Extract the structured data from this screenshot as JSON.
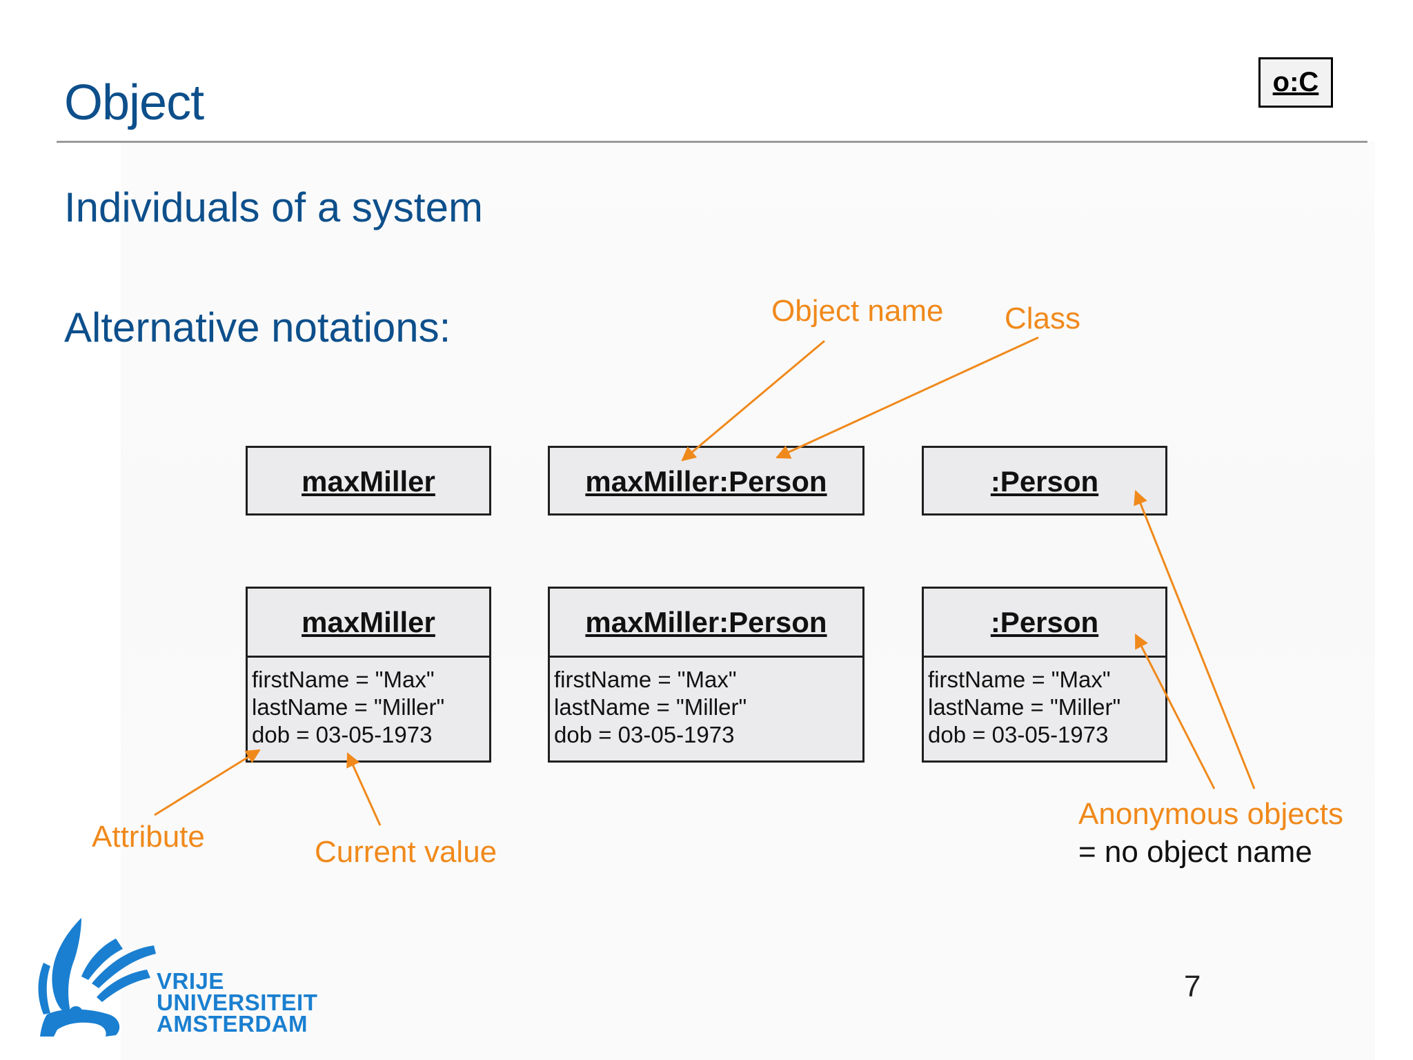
{
  "slide": {
    "title": "Object",
    "badge": "o:C",
    "subtitle_1": "Individuals of a system",
    "subtitle_2": "Alternative notations:",
    "page_number": "7"
  },
  "boxes": {
    "row1": [
      {
        "head": "maxMiller"
      },
      {
        "head": "maxMiller:Person"
      },
      {
        "head": ":Person"
      }
    ],
    "row2": [
      {
        "head": "maxMiller",
        "attrs": [
          "firstName = \"Max\"",
          "lastName = \"Miller\"",
          "dob = 03-05-1973"
        ]
      },
      {
        "head": "maxMiller:Person",
        "attrs": [
          "firstName = \"Max\"",
          "lastName = \"Miller\"",
          "dob = 03-05-1973"
        ]
      },
      {
        "head": ":Person",
        "attrs": [
          "firstName = \"Max\"",
          "lastName = \"Miller\"",
          "dob = 03-05-1973"
        ]
      }
    ]
  },
  "callouts": {
    "object_name": "Object name",
    "class": "Class",
    "attribute": "Attribute",
    "current_value": "Current value",
    "anonymous_objects": "Anonymous objects",
    "anonymous_note": "= no object name"
  },
  "logo": {
    "line1": "VRIJE",
    "line2": "UNIVERSITEIT",
    "line3": "AMSTERDAM"
  },
  "colors": {
    "title_blue": "#0d4f8b",
    "callout_orange": "#f0891b",
    "logo_blue": "#1a7fd0",
    "box_fill": "#ebebed"
  }
}
